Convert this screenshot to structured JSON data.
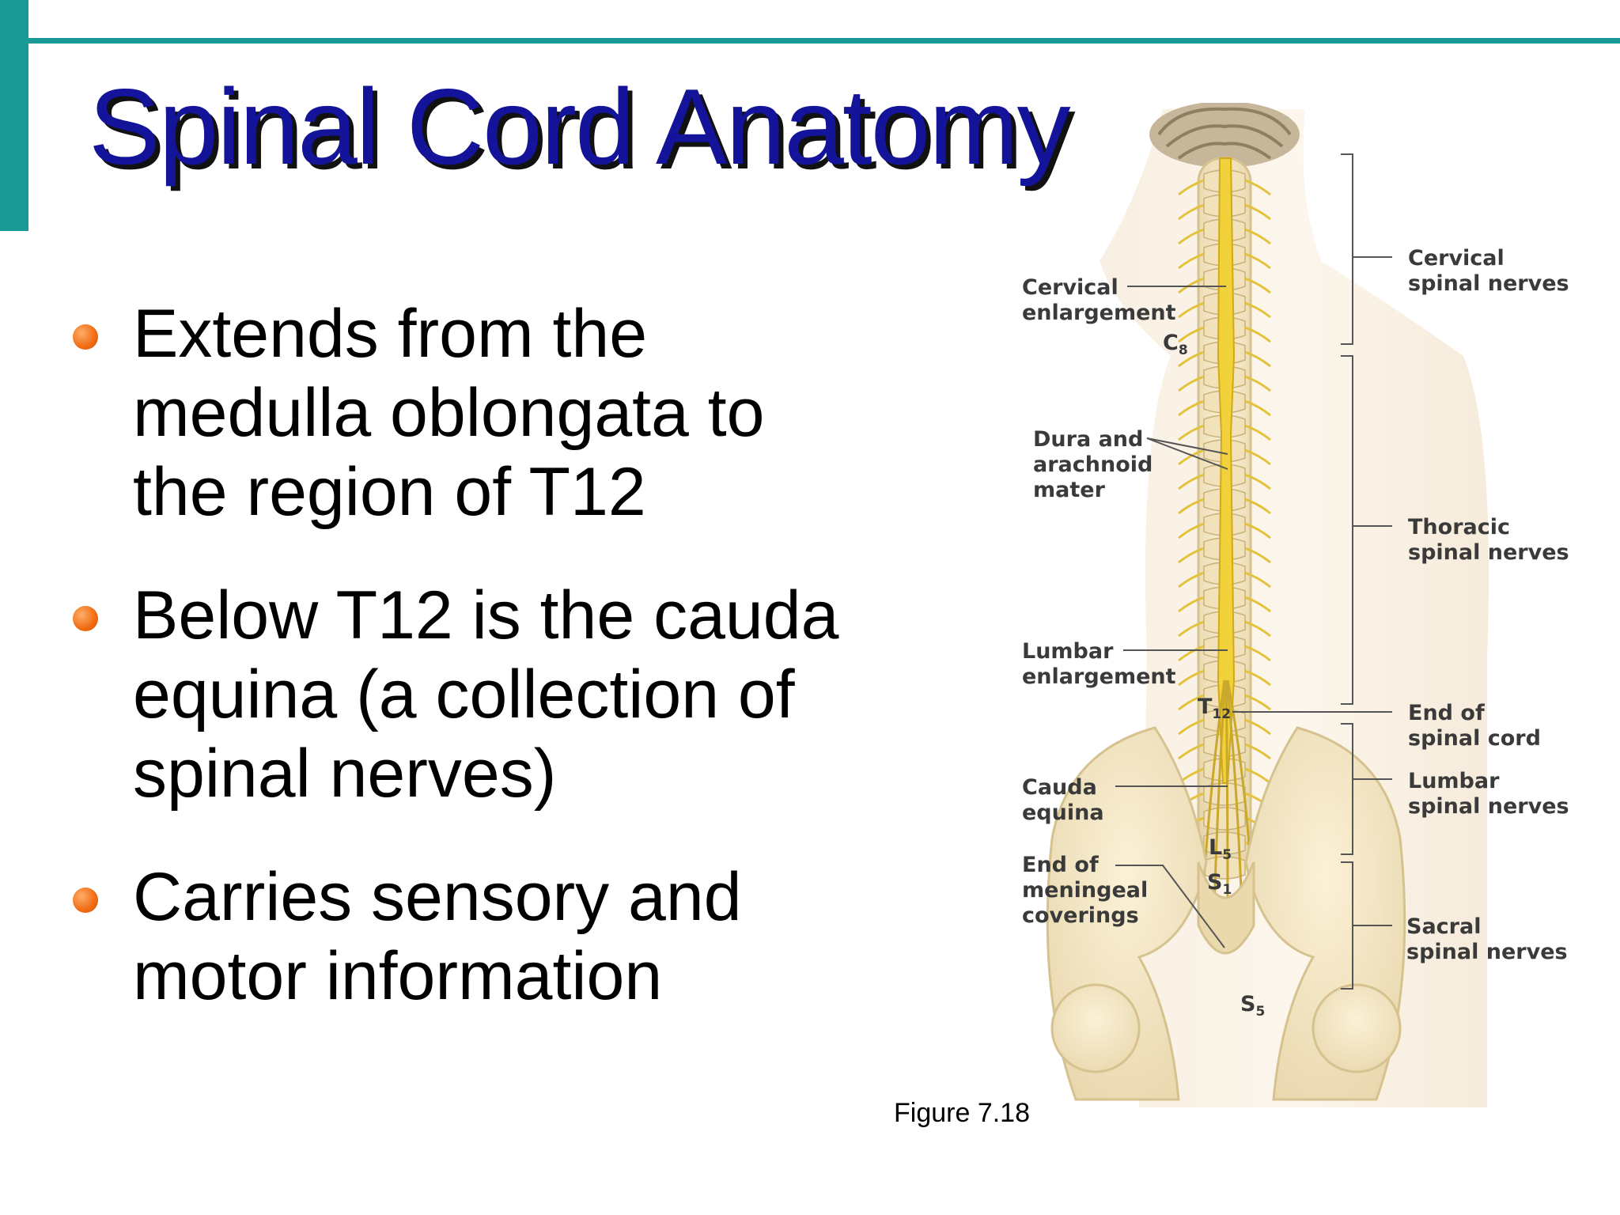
{
  "slide": {
    "title": "Spinal Cord Anatomy",
    "accent_color": "#1a9a96",
    "title_color": "#14149a",
    "bullet_color": "#f06b12",
    "bullets": [
      {
        "lines": [
          "Extends from the",
          "medulla oblongata to",
          "the region of T12"
        ]
      },
      {
        "lines": [
          "Below T12 is the cauda",
          "equina (a collection of",
          "spinal nerves)"
        ]
      },
      {
        "lines": [
          "Carries sensory and",
          "motor information"
        ]
      }
    ],
    "caption": "Figure 7.18"
  },
  "figure": {
    "left_labels": {
      "cervical_enlargement": [
        "Cervical",
        "enlargement"
      ],
      "dura_arachnoid": [
        "Dura and",
        "arachnoid",
        "mater"
      ],
      "lumbar_enlargement": [
        "Lumbar",
        "enlargement"
      ],
      "cauda_equina": [
        "Cauda",
        "equina"
      ],
      "end_meningeal": [
        "End of",
        "meningeal",
        "coverings"
      ]
    },
    "right_labels": {
      "cervical_nerves": [
        "Cervical",
        "spinal nerves"
      ],
      "thoracic_nerves": [
        "Thoracic",
        "spinal nerves"
      ],
      "end_cord": [
        "End of",
        "spinal cord"
      ],
      "lumbar_nerves": [
        "Lumbar",
        "spinal nerves"
      ],
      "sacral_nerves": [
        "Sacral",
        "spinal nerves"
      ]
    },
    "vertebra_markers": {
      "c8": {
        "main": "C",
        "sub": "8"
      },
      "t12": {
        "main": "T",
        "sub": "12"
      },
      "l5": {
        "main": "L",
        "sub": "5"
      },
      "s1": {
        "main": "S",
        "sub": "1"
      },
      "s5": {
        "main": "S",
        "sub": "5"
      }
    }
  }
}
